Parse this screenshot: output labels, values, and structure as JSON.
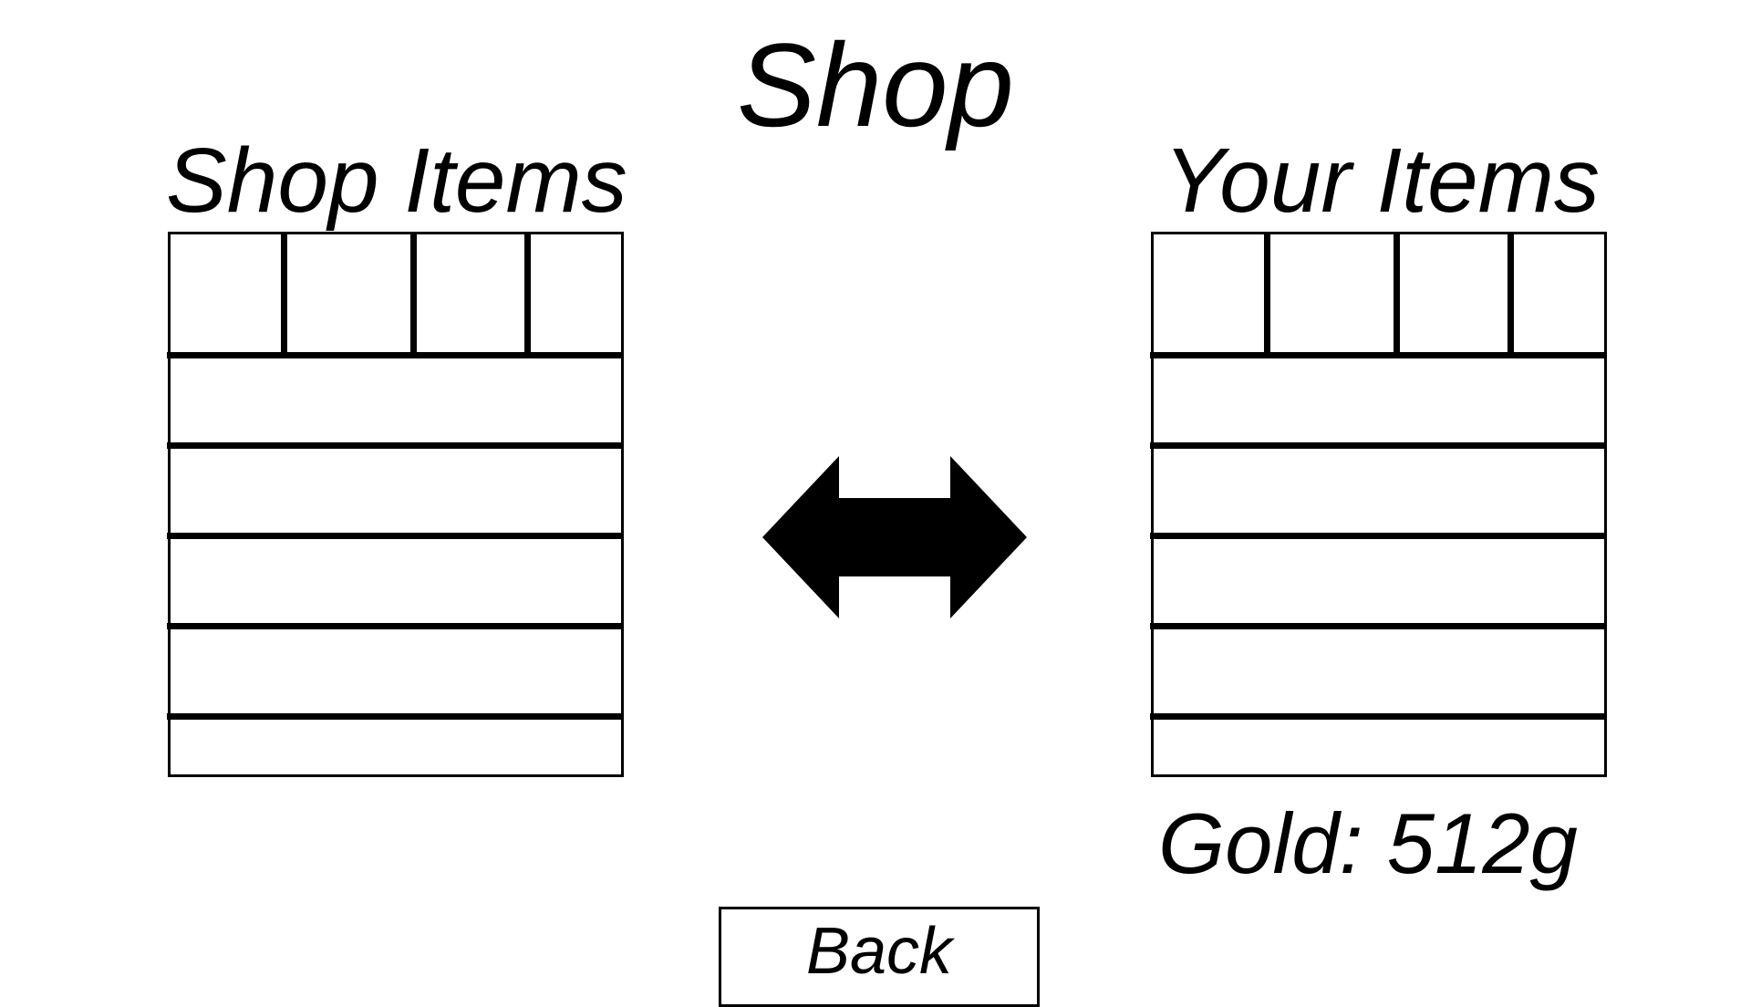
{
  "title": "Shop",
  "shop_panel": {
    "label": "Shop Items"
  },
  "your_panel": {
    "label": "Your Items"
  },
  "swap_icon": "double-arrow-left-right",
  "gold": {
    "text": "Gold: 512g"
  },
  "back_button": {
    "label": "Back"
  }
}
